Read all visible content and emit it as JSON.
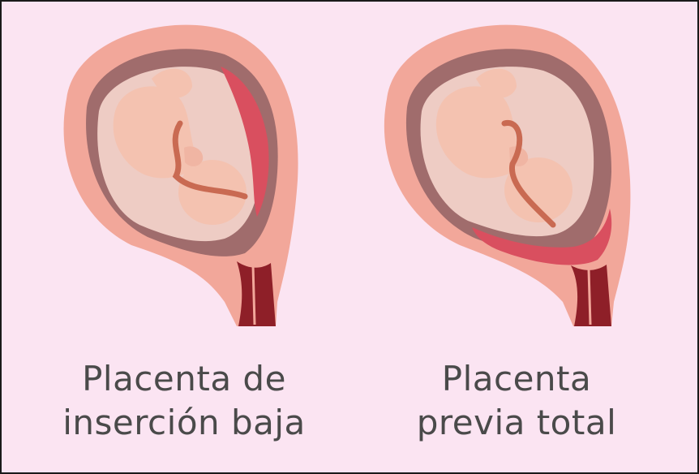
{
  "panels": [
    {
      "id": "low-insertion",
      "caption_line1": "Placenta de",
      "caption_line2": "inserción baja",
      "placenta_position": "low-lateral"
    },
    {
      "id": "total-previa",
      "caption_line1": "Placenta",
      "caption_line2": "previa total",
      "placenta_position": "covering-cervix"
    }
  ],
  "colors": {
    "background": "#fbe4f2",
    "uterus_wall": "#f2a79a",
    "uterus_inner": "#a06c6c",
    "amniotic_sac": "#eeccc4",
    "fetus_skin": "#f4c2b0",
    "placenta": "#d94f5f",
    "umbilical_cord": "#c96a52",
    "cervix": "#8e1f28",
    "caption_text": "#4a4a4a"
  }
}
